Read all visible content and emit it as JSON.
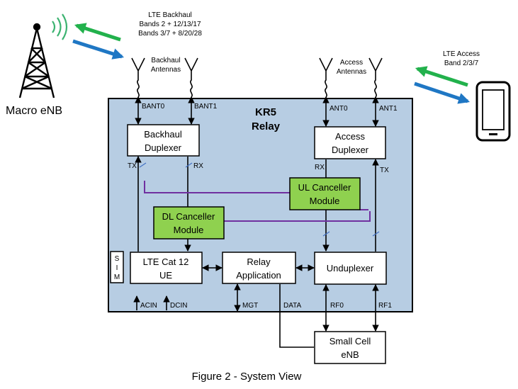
{
  "diagram": {
    "caption": "Figure 2 - System View",
    "relay_title": [
      "KR5",
      "Relay"
    ],
    "macro_label": "Macro eNB",
    "backhaul_info": [
      "LTE Backhaul",
      "Bands 2 + 12/13/17",
      "Bands 3/7 + 8/20/28"
    ],
    "backhaul_antennas": [
      "Backhaul",
      "Antennas"
    ],
    "access_antennas": [
      "Access",
      "Antennas"
    ],
    "access_info": [
      "LTE Access",
      "Band 2/3/7"
    ],
    "boxes": {
      "backhaul_duplexer": [
        "Backhaul",
        "Duplexer"
      ],
      "access_duplexer": [
        "Access",
        "Duplexer"
      ],
      "ul_canceller": [
        "UL Canceller",
        "Module"
      ],
      "dl_canceller": [
        "DL Canceller",
        "Module"
      ],
      "lte_ue": [
        "LTE Cat 12",
        "UE"
      ],
      "relay_app": [
        "Relay",
        "Application"
      ],
      "unduplexer": [
        "Unduplexer"
      ],
      "small_cell": [
        "Small Cell",
        "eNB"
      ],
      "sim": [
        "S",
        "I",
        "M"
      ]
    },
    "ports": {
      "bant0": "BANT0",
      "bant1": "BANT1",
      "ant0": "ANT0",
      "ant1": "ANT1",
      "tx_left": "TX",
      "rx_left": "RX",
      "rx_right": "RX",
      "tx_right": "TX",
      "acin": "ACIN",
      "dcin": "DCIN",
      "mgt": "MGT",
      "data": "DATA",
      "rf0": "RF0",
      "rf1": "RF1"
    },
    "colors": {
      "relay_fill": "#b7cde3",
      "canceller_fill": "#8fd14f",
      "uplink_arrow": "#22b14c",
      "downlink_arrow": "#1f77c4",
      "canceller_link": "#7030a0"
    }
  }
}
